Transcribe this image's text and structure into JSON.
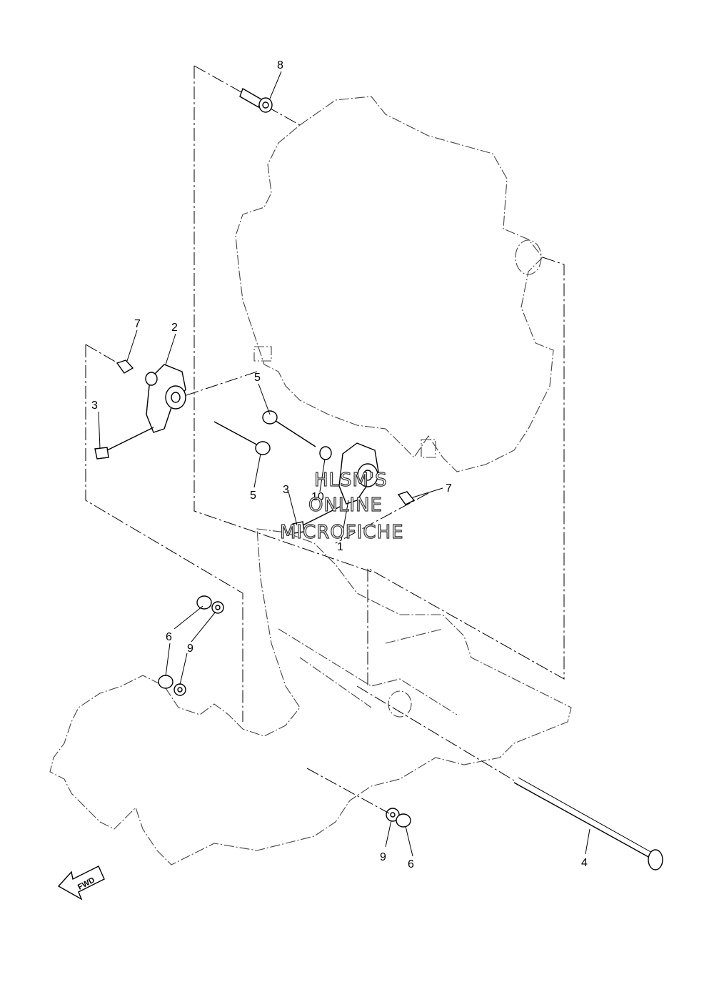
{
  "callouts": [
    {
      "id": "c8",
      "text": "8"
    },
    {
      "id": "c7a",
      "text": "7"
    },
    {
      "id": "c2",
      "text": "2"
    },
    {
      "id": "c3a",
      "text": "3"
    },
    {
      "id": "c5a",
      "text": "5"
    },
    {
      "id": "c5b",
      "text": "5"
    },
    {
      "id": "c10",
      "text": "10"
    },
    {
      "id": "c3b",
      "text": "3"
    },
    {
      "id": "c7b",
      "text": "7"
    },
    {
      "id": "c1",
      "text": "1"
    },
    {
      "id": "c6a",
      "text": "6"
    },
    {
      "id": "c9a",
      "text": "9"
    },
    {
      "id": "c9b",
      "text": "9"
    },
    {
      "id": "c6b",
      "text": "6"
    },
    {
      "id": "c4",
      "text": "4"
    }
  ],
  "watermark": {
    "line1": "HLSM'S",
    "line2": "ONLINE",
    "line3": "MICROFICHE"
  },
  "fwd_label": "FWD"
}
